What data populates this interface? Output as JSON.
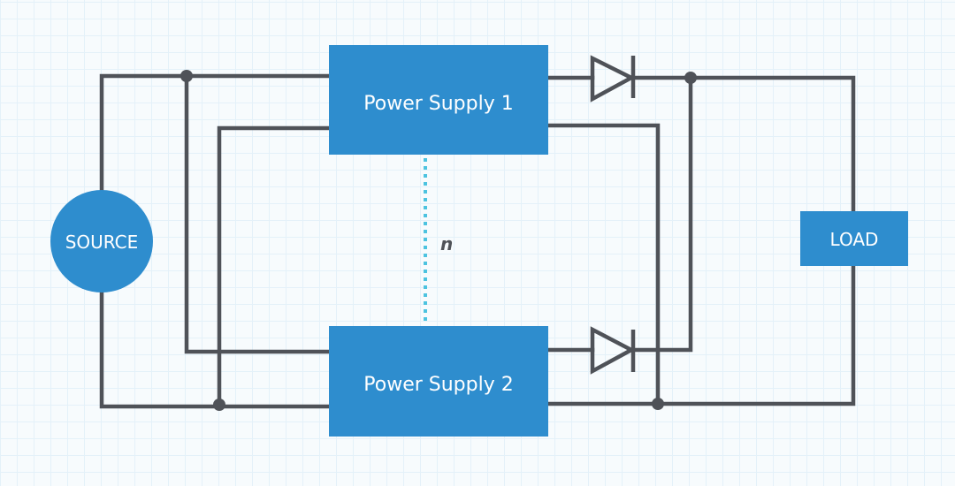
{
  "diagram": {
    "title": "Redundant power supply circuit",
    "source": {
      "label": "SOURCE"
    },
    "load": {
      "label": "LOAD"
    },
    "power_supplies": [
      {
        "label": "Power Supply 1"
      },
      {
        "label": "Power Supply 2"
      }
    ],
    "redundancy_label": "n",
    "colors": {
      "block": "#2e8dce",
      "wire": "#4f5258",
      "dotted_link": "#4cc3e0",
      "background": "#f7fbfd",
      "grid": "#e4f1f9"
    }
  }
}
